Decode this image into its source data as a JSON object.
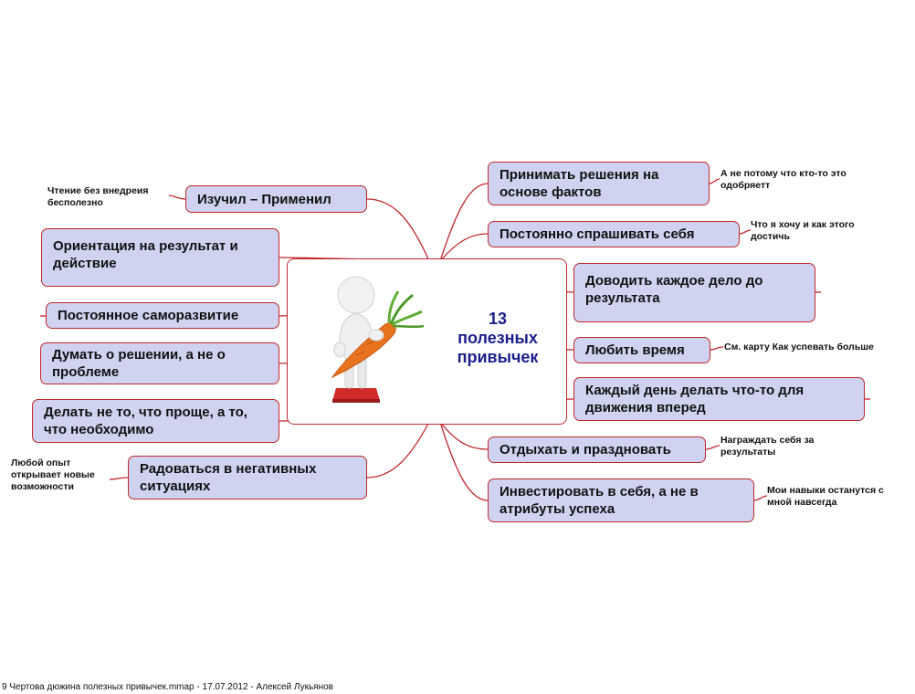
{
  "center": {
    "title": "13\nполезных\nпривычек"
  },
  "left_nodes": [
    {
      "label": "Изучил – Применил"
    },
    {
      "label": "Ориентация на результат и действие"
    },
    {
      "label": "Постоянное саморазвитие"
    },
    {
      "label": "Думать о решении, а не о проблеме"
    },
    {
      "label": "Делать не то, что проще, а то, что необходимо"
    },
    {
      "label": "Радоваться в негативных ситуациях"
    }
  ],
  "right_nodes": [
    {
      "label": "Принимать решения на основе фактов"
    },
    {
      "label": "Постоянно спрашивать себя"
    },
    {
      "label": "Доводить каждое дело до результата"
    },
    {
      "label": "Любить время"
    },
    {
      "label": "Каждый день делать что-то для движения вперед"
    },
    {
      "label": "Отдыхать и праздновать"
    },
    {
      "label": "Инвестировать в себя, а не в атрибуты успеха"
    }
  ],
  "notes": {
    "read_without_apply": "Чтение без внедреия бесполезно",
    "any_experience": "Любой опыт открывает новые возможности",
    "not_because_approve": "А не потому что кто-то это одобряетт",
    "what_i_want": "Что я хочу и как этого достичь",
    "see_map": "См. карту Как успевать больше",
    "reward_self": "Награждать себя за результаты",
    "my_skills": "Мои навыки останутся с мной навсегда"
  },
  "colors": {
    "node_fill": "#cfd3ef",
    "node_border": "#c2272d",
    "link": "#c2272d",
    "center_title": "#1a1f8c",
    "carrot": "#e8731f"
  },
  "footer": {
    "text": "9 Чертова дюжина полезных привычек.mmap - 17.07.2012 - Алексей Лукьянов"
  }
}
